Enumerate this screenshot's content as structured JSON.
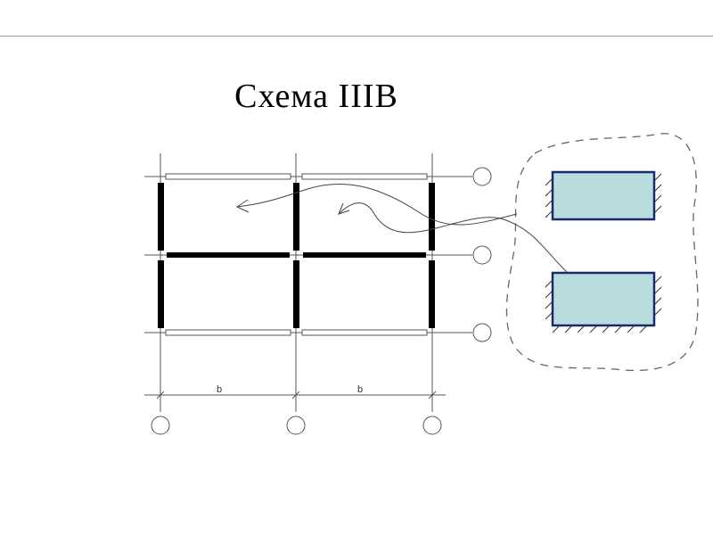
{
  "title": "Схема IIIB",
  "dimensions": [
    "b",
    "b"
  ],
  "colors": {
    "beam": "#000000",
    "block_fill": "#b9dcdf",
    "block_stroke": "#1a2a6e",
    "line": "#555555",
    "dash": "#666666"
  }
}
